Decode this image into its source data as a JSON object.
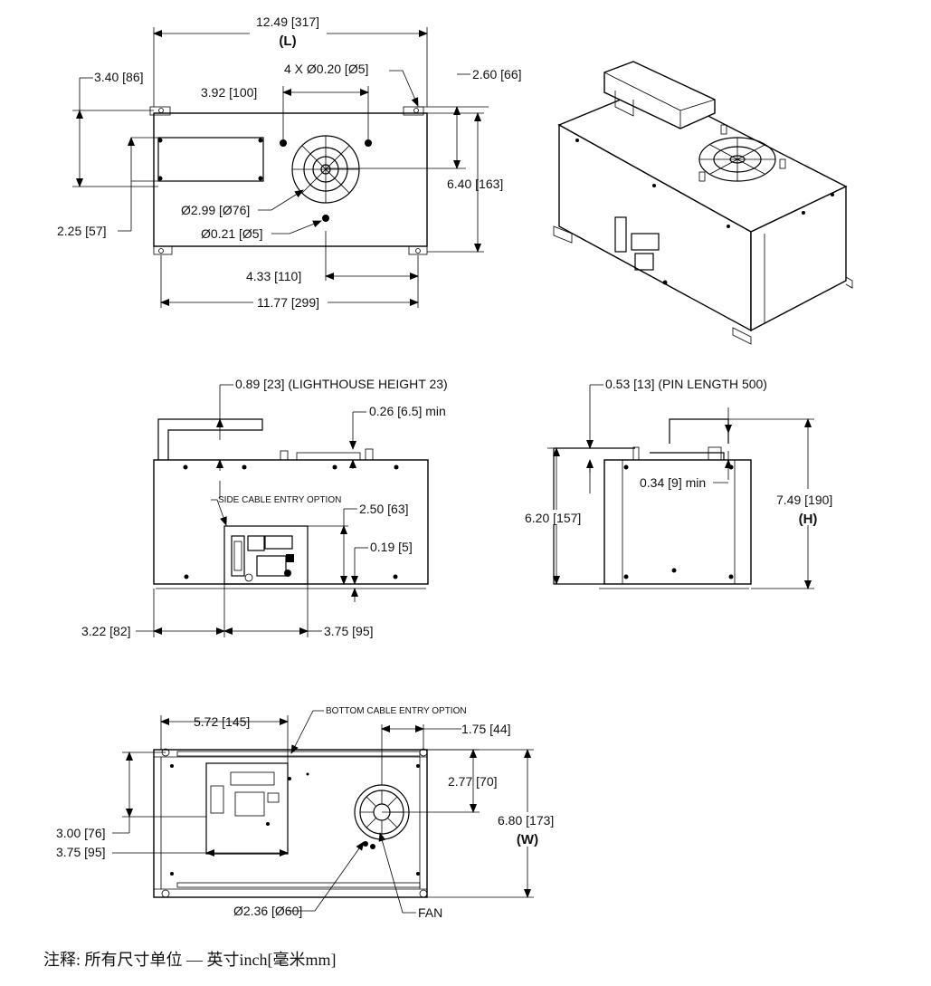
{
  "top_view": {
    "length": "12.49 [317]",
    "length_tag": "(L)",
    "hole_pattern": "4 X Ø0.20 [Ø5]",
    "left_offset": "3.40 [86]",
    "hole_spacing": "3.92 [100]",
    "right_offset": "2.60 [66]",
    "depth": "6.40 [163]",
    "fan_diameter": "Ø2.99 [Ø76]",
    "pin_diameter": "Ø0.21 [Ø5]",
    "panel_offset": "2.25 [57]",
    "fan_offset": "4.33 [110]",
    "hole_span": "11.77 [299]"
  },
  "side_view": {
    "lighthouse": "0.89 [23] (LIGHTHOUSE HEIGHT 23)",
    "pin_min": "0.26 [6.5] min",
    "cable_option": "SIDE CABLE ENTRY OPTION",
    "panel_height": "2.50 [63]",
    "panel_bottom": "0.19 [5]",
    "panel_left": "3.22 [82]",
    "panel_width": "3.75 [95]"
  },
  "end_view": {
    "pin": "0.53 [13] (PIN LENGTH 500)",
    "pin_min": "0.34 [9] min",
    "body_height": "6.20 [157]",
    "total_height": "7.49 [190]",
    "height_tag": "(H)"
  },
  "bottom_view": {
    "panel_offset": "5.72 [145]",
    "cable_option": "BOTTOM CABLE ENTRY OPTION",
    "fan_x": "1.75 [44]",
    "fan_y": "2.77 [70]",
    "width": "6.80 [173]",
    "width_tag": "(W)",
    "panel_y": "3.00 [76]",
    "panel_w": "3.75 [95]",
    "fan_diameter": "Ø2.36 [Ø60]",
    "fan_label": "FAN"
  },
  "note": "注释: 所有尺寸单位 —   英寸inch[毫米mm]"
}
